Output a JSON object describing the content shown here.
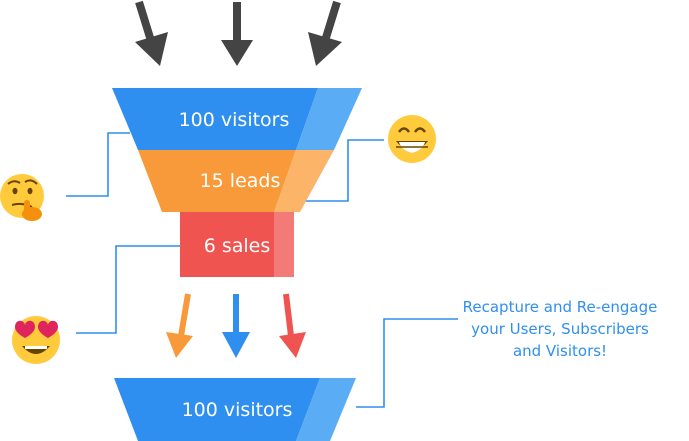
{
  "funnel": {
    "top_label": "100 visitors",
    "middle_label": "15 leads",
    "bottom_label": "6 sales",
    "output_label": "100 visitors"
  },
  "callout": {
    "line1": "Recapture and Re-engage",
    "line2": "your Users, Subscribers",
    "line3": "and Visitors!"
  },
  "colors": {
    "blue": "#2f8ff0",
    "blue_light": "#5aacf5",
    "orange": "#f99a3a",
    "orange_light": "#fbb468",
    "red": "#f05450",
    "red_light": "#f37b77",
    "arrow_gray": "#444444",
    "emoji_yellow": "#ffcb3d"
  },
  "icons": {
    "left_top": "thinking-face-icon",
    "left_bottom": "heart-eyes-face-icon",
    "right_top": "grinning-face-icon"
  }
}
